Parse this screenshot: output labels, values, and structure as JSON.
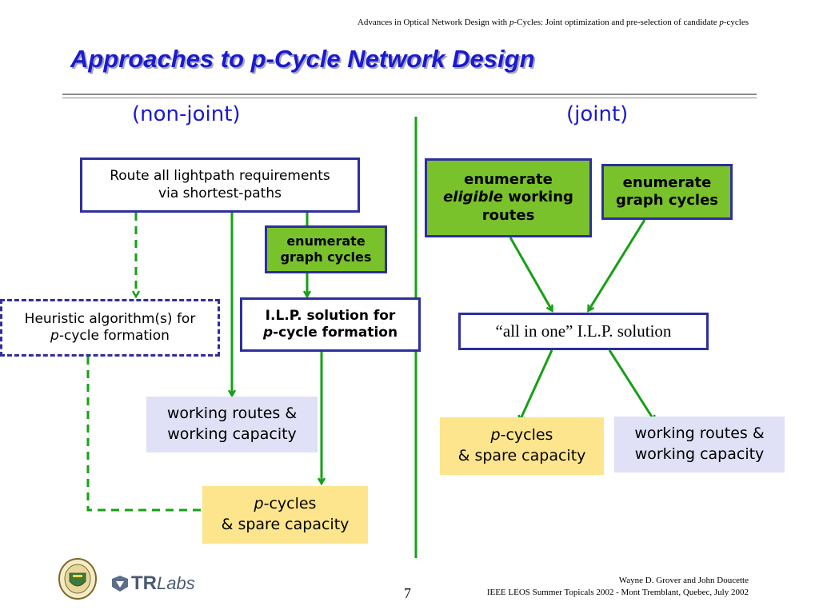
{
  "header": {
    "left": "Advances in Optical Network Design with ",
    "p1": "p",
    "mid": "-Cycles: Joint optimization and pre-selection of candidate ",
    "p2": "p",
    "end": "-cycles"
  },
  "title": "Approaches to p-Cycle Network Design",
  "subtitles": {
    "non_joint": "(non-joint)",
    "joint": "(joint)"
  },
  "nonjoint": {
    "route_all": [
      "Route all lightpath requirements",
      "via shortest-paths"
    ],
    "enum_cycles": [
      "enumerate",
      "graph cycles"
    ],
    "heuristic": {
      "line1": "Heuristic algorithm(s) for",
      "p": "p",
      "rest": "-cycle formation"
    },
    "ilp": {
      "line1": "I.L.P. solution for",
      "p": "p",
      "rest": "-cycle formation"
    },
    "working": [
      "working routes &",
      "working capacity"
    ],
    "pcycles": {
      "p": "p",
      "rest": "-cycles",
      "line2": "& spare capacity"
    }
  },
  "joint": {
    "enum_eligible": {
      "line1": "enumerate",
      "eligible": "eligible",
      "working": " working",
      "line3": "routes"
    },
    "enum_cycles": [
      "enumerate",
      "graph cycles"
    ],
    "all_in_one": "“all in one” I.L.P. solution",
    "pcycles": {
      "p": "p",
      "rest": "-cycles",
      "line2": "& spare capacity"
    },
    "working": [
      "working routes &",
      "working capacity"
    ]
  },
  "footer": {
    "authors": "Wayne D. Grover and John Doucette",
    "venue": "IEEE LEOS Summer Topicals 2002 - Mont Tremblant, Quebec, July 2002",
    "page": "7",
    "logo_text": {
      "tr": "TR",
      "labs": "Labs"
    }
  },
  "colors": {
    "title": "#1a1ad0",
    "box_border": "#2e2e9e",
    "arrow": "#16a016",
    "green_fill": "#7ac22c",
    "lavender": "#e0e0f6",
    "yellow": "#fce58c"
  }
}
